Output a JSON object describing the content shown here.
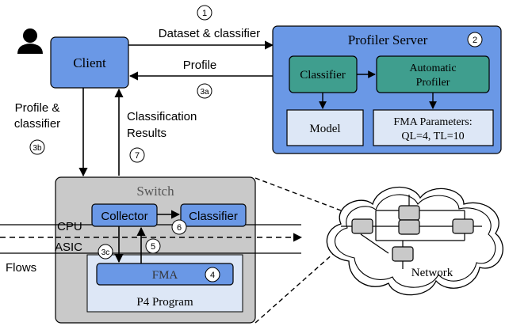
{
  "client": {
    "label": "Client"
  },
  "profiler_server": {
    "title": "Profiler Server",
    "classifier": "Classifier",
    "automatic_profiler_line1": "Automatic",
    "automatic_profiler_line2": "Profiler",
    "model": "Model",
    "fma_params_line1": "FMA Parameters:",
    "fma_params_line2": "QL=4, TL=10"
  },
  "switch": {
    "title": "Switch",
    "collector": "Collector",
    "classifier": "Classifier",
    "fma": "FMA",
    "p4_program": "P4 Program"
  },
  "network": {
    "label": "Network"
  },
  "labels": {
    "dataset_classifier": "Dataset & classifier",
    "profile": "Profile",
    "profile_classifier_line1": "Profile &",
    "profile_classifier_line2": "classifier",
    "classification_results_line1": "Classification",
    "classification_results_line2": "Results",
    "cpu": "CPU",
    "asic": "ASIC",
    "flows": "Flows"
  },
  "steps": {
    "s1": "1",
    "s2": "2",
    "s3a": "3a",
    "s3b": "3b",
    "s3c": "3c",
    "s4": "4",
    "s5": "5",
    "s6": "6",
    "s7": "7"
  },
  "colors": {
    "blue_box": "#6495ed",
    "green_box": "#3e9c8d",
    "light_box": "#dce6f5",
    "switch_gray": "#c8c8c8",
    "stroke": "#000000"
  }
}
